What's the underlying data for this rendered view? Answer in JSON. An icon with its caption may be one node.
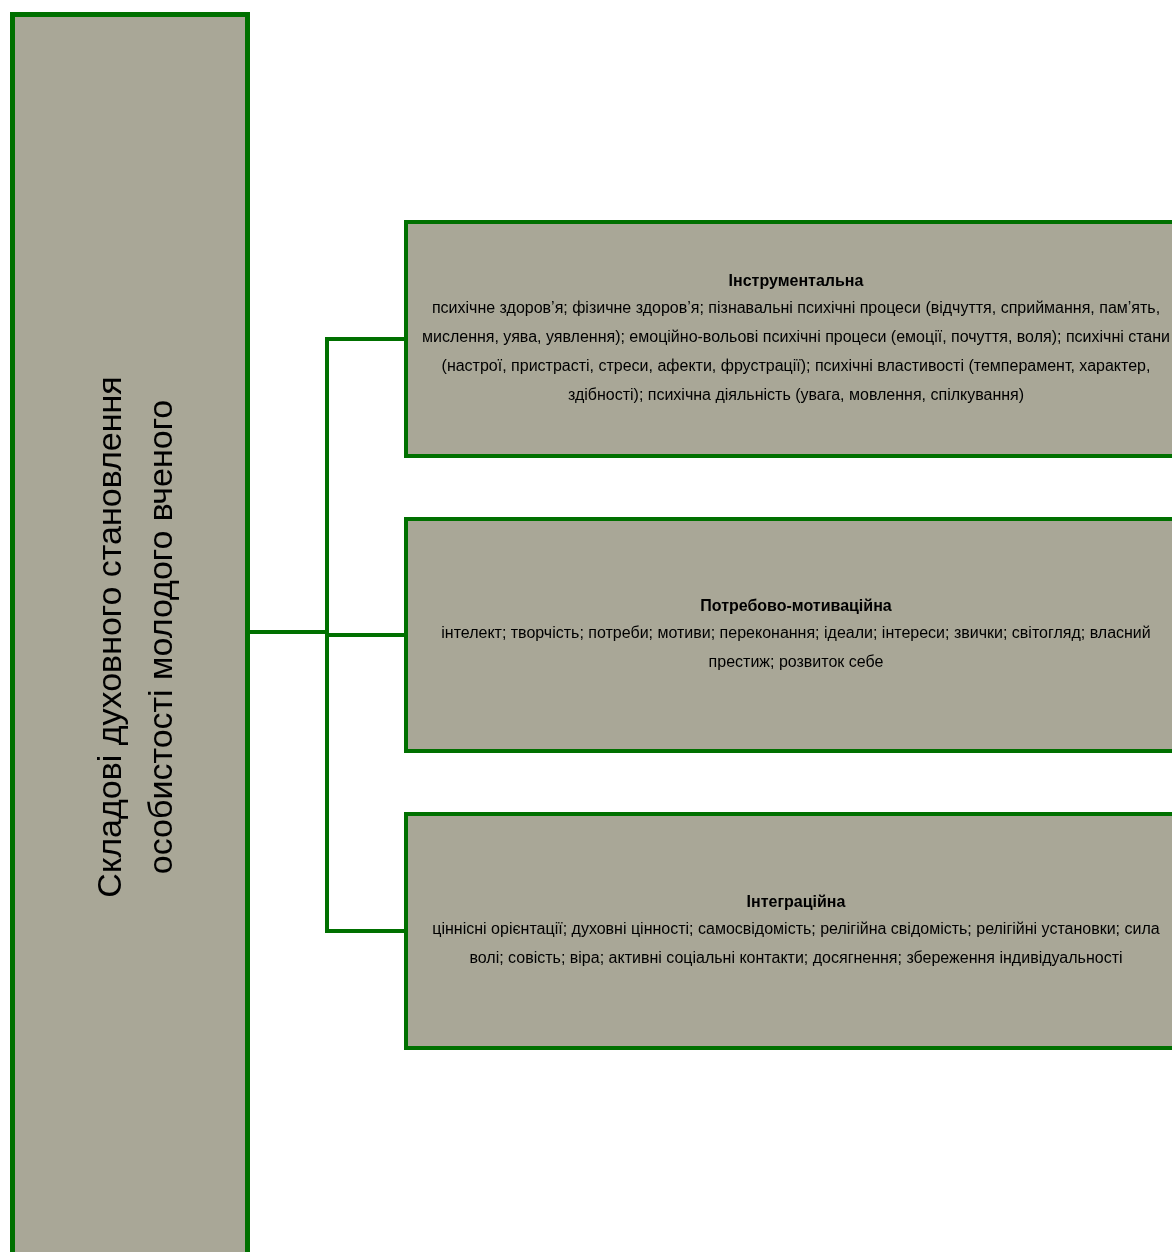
{
  "diagram": {
    "nodes": [
      {
        "text": [
          "Складові духовного становлення особистості молодого вченого"
        ]
      },
      {
        "text": [
          "Інструментальна",
          "психічне здоров’я; фізичне здоров’я; пізнавальні психічні процеси (відчуття, сприймання, пам’ять, мислення, уява, уявлення); емоційно-вольові психічні процеси (емоції, почуття, воля); психічні стани (настрої, пристрасті, стреси, афекти, фрустрації); психічні властивості (темперамент, характер, здібності); психічна діяльність (увага, мовлення, спілкування)"
        ]
      },
      {
        "text": [
          "Потребово-мотиваційна",
          "інтелект; творчість; потреби; мотиви; переконання; ідеали; інтереси; звички; світогляд; власний престиж; розвиток себе"
        ]
      },
      {
        "text": [
          "Інтеграційна",
          "ціннісні орієнтації; духовні цінності; самосвідомість; релігійна свідомість; релігійні установки; сила волі; совість; віра; активні соціальні контакти; досягнення; збереження індивідуальності"
        ]
      }
    ],
    "edges": [
      {
        "from": 0,
        "to": 1,
        "arrow": "none"
      },
      {
        "from": 0,
        "to": 2,
        "arrow": "none"
      },
      {
        "from": 0,
        "to": 3,
        "arrow": "none"
      }
    ]
  }
}
